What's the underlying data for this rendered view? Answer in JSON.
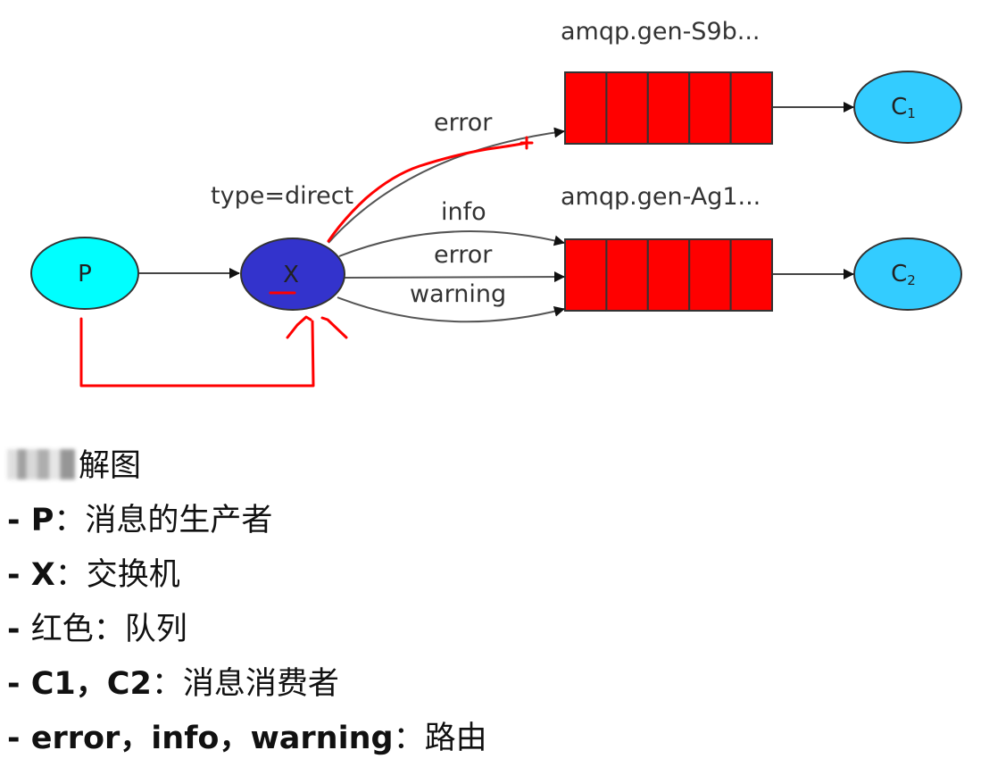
{
  "diagram": {
    "exchange_type_label": "type=direct",
    "nodes": {
      "producer": {
        "label": "P",
        "color": "#00ffff"
      },
      "exchange": {
        "label": "X",
        "color": "#3333cc"
      },
      "consumer1": {
        "label": "C",
        "subscript": "1",
        "color": "#33ccff"
      },
      "consumer2": {
        "label": "C",
        "subscript": "2",
        "color": "#33ccff"
      }
    },
    "queues": [
      {
        "name": "amqp.gen-S9b...",
        "color": "#ff0000",
        "slots": 5
      },
      {
        "name": "amqp.gen-Ag1...",
        "color": "#ff0000",
        "slots": 5
      }
    ],
    "bindings": [
      {
        "label": "error",
        "queue": 0
      },
      {
        "label": "info",
        "queue": 1
      },
      {
        "label": "error",
        "queue": 1
      },
      {
        "label": "warning",
        "queue": 1
      }
    ],
    "annotation_color": "#ff0000"
  },
  "legend": {
    "title": "解图",
    "items": [
      {
        "key": "P",
        "sep": "：",
        "desc": "消息的生产者"
      },
      {
        "key": "X",
        "sep": "：",
        "desc": "交换机"
      },
      {
        "key": "红色",
        "sep": "：",
        "desc": "队列",
        "plain_key": true
      },
      {
        "key": "C1，C2",
        "sep": "：",
        "desc": "消息消费者"
      },
      {
        "key": "error，info，warning",
        "sep": "：",
        "desc": "路由"
      }
    ]
  }
}
